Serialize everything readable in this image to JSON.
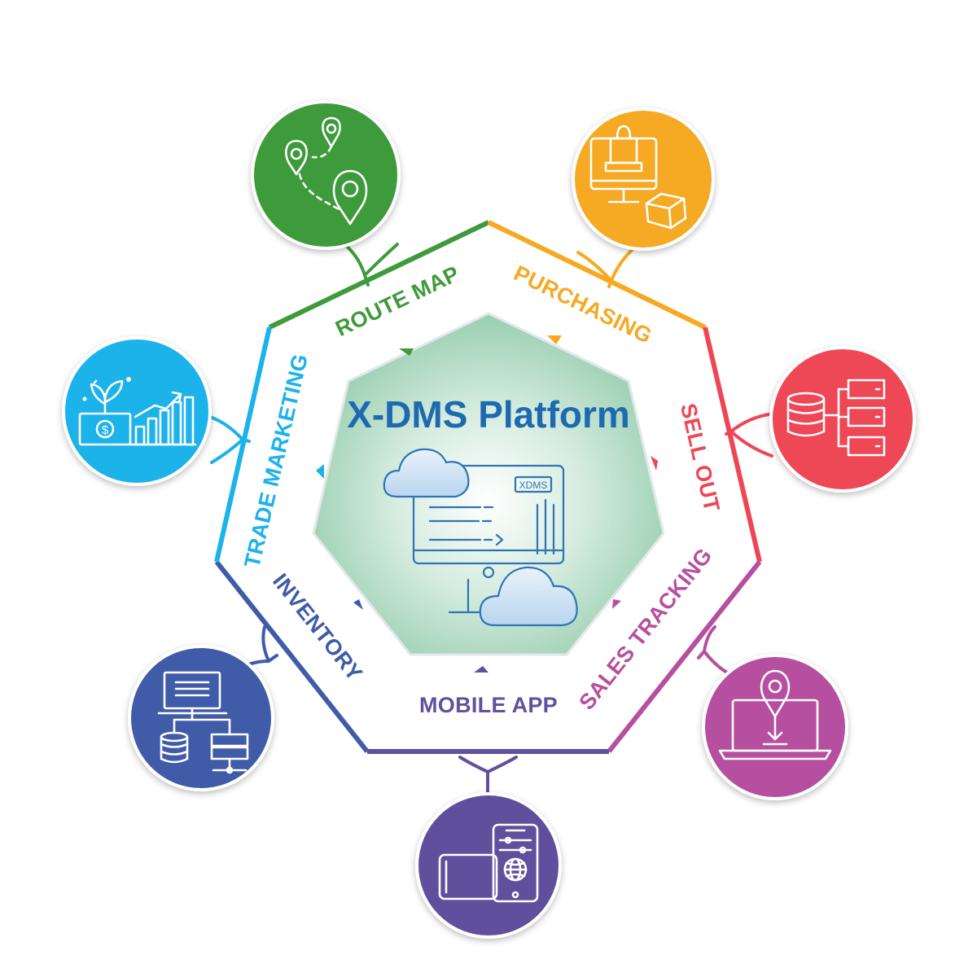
{
  "title": "X-DMS Platform",
  "screen_badge": "XDMS",
  "colors": {
    "title": "#1e6ab0",
    "route_map": "#3e9b3b",
    "purchasing": "#f6a921",
    "sell_out": "#ee4654",
    "sales_tracking": "#b64f9f",
    "mobile_app": "#61509d",
    "inventory": "#3f5ca8",
    "trade_marketing": "#1cb2ea"
  },
  "modules": [
    {
      "key": "route_map",
      "label": "ROUTE MAP",
      "icon": "map-pins-route-icon"
    },
    {
      "key": "purchasing",
      "label": "PURCHASING",
      "icon": "shopping-computer-box-icon"
    },
    {
      "key": "sell_out",
      "label": "SELL OUT",
      "icon": "database-servers-icon"
    },
    {
      "key": "sales_tracking",
      "label": "SALES TRACKING",
      "icon": "laptop-location-pin-icon"
    },
    {
      "key": "mobile_app",
      "label": "MOBILE APP",
      "icon": "tablet-phone-globe-icon"
    },
    {
      "key": "inventory",
      "label": "INVENTORY",
      "icon": "computer-network-database-icon"
    },
    {
      "key": "trade_marketing",
      "label": "TRADE MARKETING",
      "icon": "money-growth-chart-icon"
    }
  ]
}
